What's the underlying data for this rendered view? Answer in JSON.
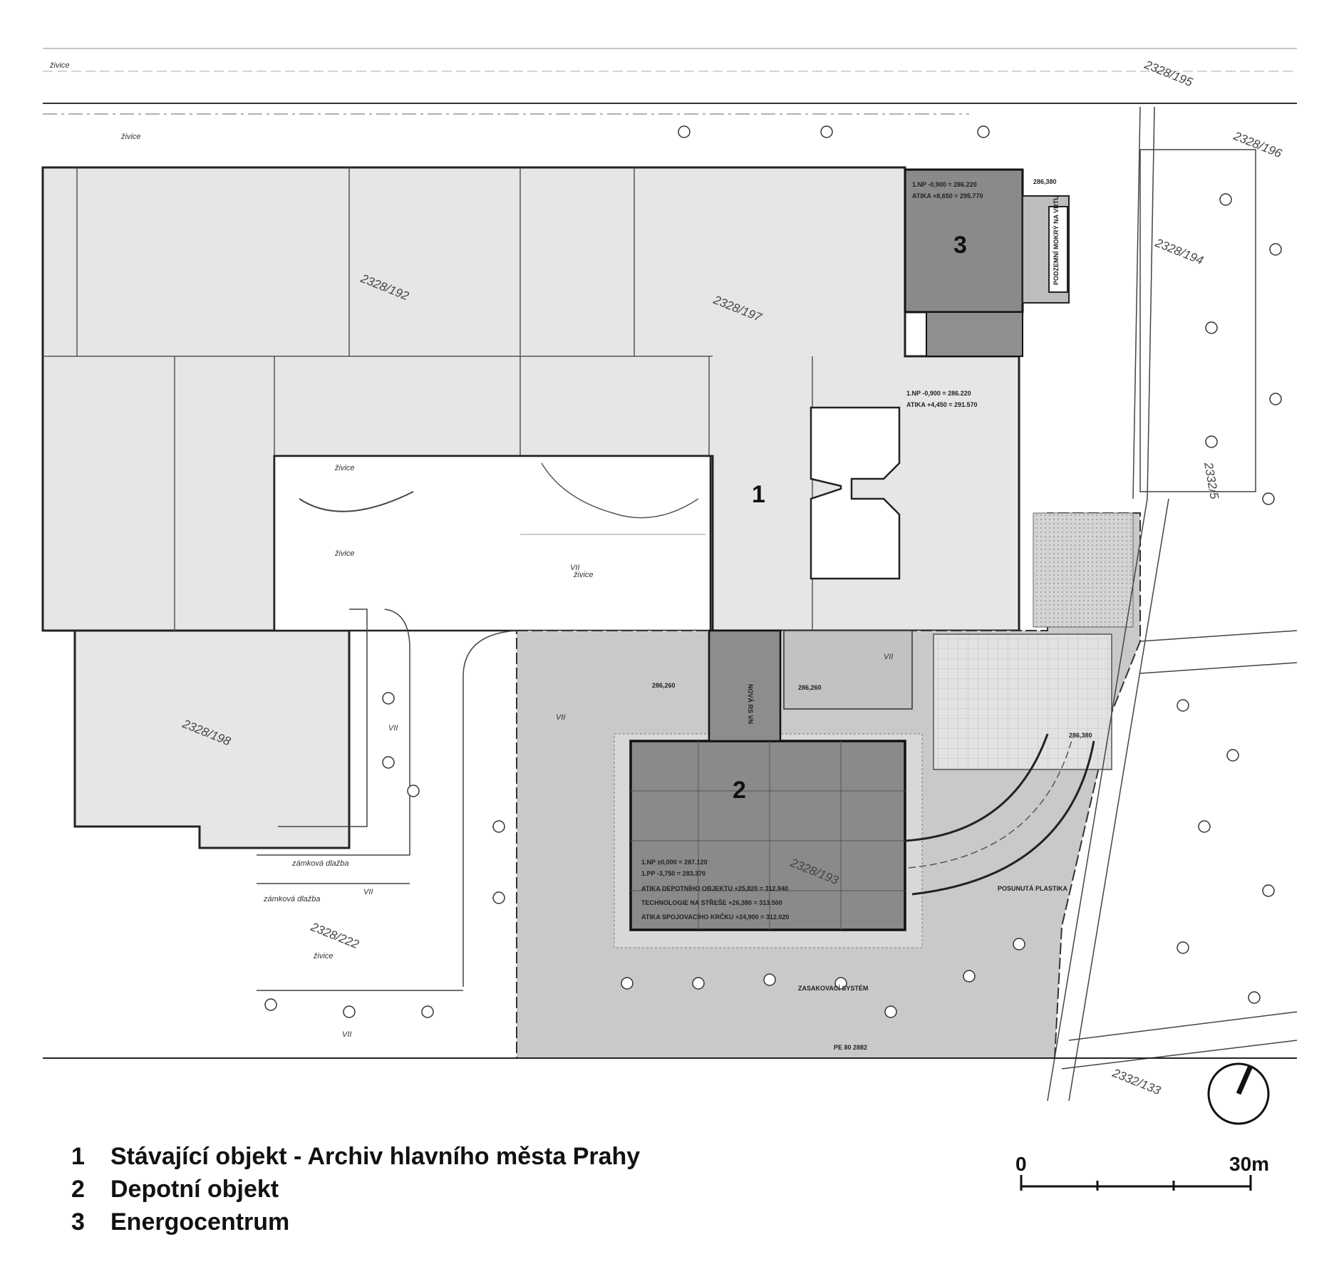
{
  "legend": [
    {
      "number": "1",
      "label": "Stávající objekt - Archiv hlavního města Prahy"
    },
    {
      "number": "2",
      "label": "Depotní objekt"
    },
    {
      "number": "3",
      "label": "Energocentrum"
    }
  ],
  "scale_bar": {
    "start_label": "0",
    "end_label": "30m"
  },
  "building_numbers": {
    "b1": "1",
    "b2": "2",
    "b3": "3"
  },
  "parcels": {
    "p192": "2328/192",
    "p197": "2328/197",
    "p198": "2328/198",
    "p194": "2328/194",
    "p195": "2328/195",
    "p196": "2328/196",
    "p193": "2328/193",
    "p222": "2328/222",
    "p133": "2332/133",
    "p2332": "2332/5"
  },
  "surface_labels": {
    "zivice": "živice",
    "dlazba": "zámková dlažba",
    "vii": "VII"
  },
  "annotations": {
    "b3_level1": "1.NP  -0,900 = 286.220",
    "b3_level2": "ATIKA +8,650 = 295.770",
    "b1_level1": "1.NP  -0,900 = 286.220",
    "b1_level2": "ATIKA +4,450 = 291.570",
    "b2_l1": "1.NP  ±0,000 = 287.120",
    "b2_l2": "1.PP  -3,750 = 283.370",
    "b2_l3": "ATIKA DEPOTNÍHO OBJEKTU  +25,820 = 312.940",
    "b2_l4": "TECHNOLOGIE NA STŘEŠE  +26,380 = 313.500",
    "b2_l5": "ATIKA SPOJOVACÍHO KRČKU  +24,900 = 312.020",
    "vault": "PODZEMNÍ MOKRÝ NA VRTU",
    "rs": "NOVÁ RS VN",
    "posun": "POSUNUTÁ PLASTIKA",
    "zasak": "ZASAKOVACÍ SYSTÉM",
    "pe": "PE 80 2882",
    "h1": "286,380",
    "h2": "286,260",
    "h3": "286,260",
    "h4": "286,380"
  },
  "colors": {
    "light": "#e6e6e6",
    "medium": "#c8c8c8",
    "dark": "#8a8a8a",
    "line": "#222222"
  }
}
